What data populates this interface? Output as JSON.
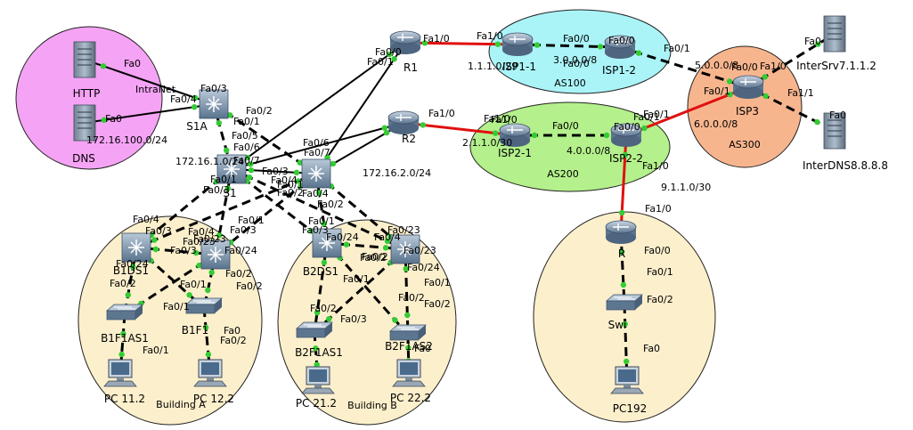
{
  "zones": [
    {
      "id": "intranet",
      "fill": "#f5a3f5",
      "label": ""
    },
    {
      "id": "as100",
      "fill": "#aaf4f8",
      "label": "AS100"
    },
    {
      "id": "as200",
      "fill": "#b4f08c",
      "label": "AS200"
    },
    {
      "id": "as300",
      "fill": "#f7b58e",
      "label": "AS300"
    },
    {
      "id": "bldA",
      "fill": "#fcefcc",
      "label": "Building A"
    },
    {
      "id": "bldB",
      "fill": "#fcefcc",
      "label": "Building B"
    },
    {
      "id": "r3zone",
      "fill": "#fcefcc",
      "label": ""
    }
  ],
  "devices": [
    {
      "id": "http",
      "type": "server",
      "label": "HTTP"
    },
    {
      "id": "dns",
      "type": "server",
      "label": "DNS"
    },
    {
      "id": "s1a",
      "type": "l3switch",
      "label": "S1A"
    },
    {
      "id": "s1",
      "type": "l3switch",
      "label": "S1"
    },
    {
      "id": "s2",
      "type": "l3switch",
      "label": ""
    },
    {
      "id": "r1",
      "type": "router",
      "label": "R1"
    },
    {
      "id": "r2",
      "type": "router",
      "label": "R2"
    },
    {
      "id": "isp11",
      "type": "router",
      "label": "ISP1-1"
    },
    {
      "id": "isp12",
      "type": "router",
      "label": "ISP1-2"
    },
    {
      "id": "isp21",
      "type": "router",
      "label": "ISP2-1"
    },
    {
      "id": "isp22",
      "type": "router",
      "label": "ISP2-2"
    },
    {
      "id": "isp3",
      "type": "router",
      "label": "ISP3"
    },
    {
      "id": "intersrv",
      "type": "server",
      "label": "InterSrv7.1.1.2"
    },
    {
      "id": "interdns",
      "type": "server",
      "label": "InterDNS8.8.8.8"
    },
    {
      "id": "b1ds1",
      "type": "l3switch",
      "label": "B1DS1"
    },
    {
      "id": "b1ds2",
      "type": "l3switch",
      "label": ""
    },
    {
      "id": "b1f1as1",
      "type": "switch",
      "label": "B1F1AS1"
    },
    {
      "id": "b1f1as2",
      "type": "switch",
      "label": "B1F1"
    },
    {
      "id": "pc112",
      "type": "pc",
      "label": "PC 11.2"
    },
    {
      "id": "pc122",
      "type": "pc",
      "label": "PC 12.2"
    },
    {
      "id": "b2ds1",
      "type": "l3switch",
      "label": "B2DS1"
    },
    {
      "id": "b2ds2",
      "type": "l3switch",
      "label": ""
    },
    {
      "id": "b2f1as1",
      "type": "switch",
      "label": "B2F1AS1"
    },
    {
      "id": "b2f1as2",
      "type": "switch",
      "label": "B2F1AS2"
    },
    {
      "id": "pc212",
      "type": "pc",
      "label": "PC 21.2"
    },
    {
      "id": "pc222",
      "type": "pc",
      "label": "PC 22.2"
    },
    {
      "id": "r3",
      "type": "router",
      "label": "R"
    },
    {
      "id": "sw",
      "type": "switch",
      "label": "Swi"
    },
    {
      "id": "pc192",
      "type": "pc",
      "label": "PC192"
    }
  ],
  "links": [
    {
      "a": "http",
      "b": "s1a",
      "style": "solid"
    },
    {
      "a": "dns",
      "b": "s1a",
      "style": "solid"
    },
    {
      "a": "s1a",
      "b": "s1",
      "style": "dashed"
    },
    {
      "a": "s1a",
      "b": "s2",
      "style": "dashed"
    },
    {
      "a": "r1",
      "b": "s1",
      "style": "solid"
    },
    {
      "a": "r1",
      "b": "s2",
      "style": "solid"
    },
    {
      "a": "r2",
      "b": "s1",
      "style": "solid"
    },
    {
      "a": "r2",
      "b": "s2",
      "style": "solid"
    },
    {
      "a": "s1",
      "b": "s2",
      "style": "solid"
    },
    {
      "a": "r1",
      "b": "isp11",
      "style": "red"
    },
    {
      "a": "isp11",
      "b": "isp12",
      "style": "dashed"
    },
    {
      "a": "isp12",
      "b": "isp3",
      "style": "dashed"
    },
    {
      "a": "r2",
      "b": "isp21",
      "style": "red"
    },
    {
      "a": "isp21",
      "b": "isp22",
      "style": "dashed"
    },
    {
      "a": "isp22",
      "b": "isp3",
      "style": "red"
    },
    {
      "a": "isp3",
      "b": "intersrv",
      "style": "dashed"
    },
    {
      "a": "isp3",
      "b": "interdns",
      "style": "dashed"
    },
    {
      "a": "isp22",
      "b": "r3",
      "style": "red"
    },
    {
      "a": "r3",
      "b": "sw",
      "style": "dashed"
    },
    {
      "a": "sw",
      "b": "pc192",
      "style": "dashed"
    },
    {
      "a": "s1",
      "b": "b1ds1",
      "style": "dashed"
    },
    {
      "a": "s1",
      "b": "b1ds2",
      "style": "dashed"
    },
    {
      "a": "s2",
      "b": "b1ds1",
      "style": "dashed"
    },
    {
      "a": "s2",
      "b": "b1ds2",
      "style": "dashed"
    },
    {
      "a": "s1",
      "b": "b2ds1",
      "style": "dashed"
    },
    {
      "a": "s1",
      "b": "b2ds2",
      "style": "dashed"
    },
    {
      "a": "s2",
      "b": "b2ds1",
      "style": "dashed"
    },
    {
      "a": "s2",
      "b": "b2ds2",
      "style": "dashed"
    },
    {
      "a": "b1ds1",
      "b": "b1ds2",
      "style": "dashed"
    },
    {
      "a": "b1ds1",
      "b": "b1f1as1",
      "style": "dashed"
    },
    {
      "a": "b1ds1",
      "b": "b1f1as2",
      "style": "dashed"
    },
    {
      "a": "b1ds2",
      "b": "b1f1as1",
      "style": "dashed"
    },
    {
      "a": "b1ds2",
      "b": "b1f1as2",
      "style": "dashed"
    },
    {
      "a": "b1f1as1",
      "b": "pc112",
      "style": "dashed"
    },
    {
      "a": "b1f1as2",
      "b": "pc122",
      "style": "dashed"
    },
    {
      "a": "b2ds1",
      "b": "b2ds2",
      "style": "dashed"
    },
    {
      "a": "b2ds1",
      "b": "b2f1as1",
      "style": "dashed"
    },
    {
      "a": "b2ds1",
      "b": "b2f1as2",
      "style": "dashed"
    },
    {
      "a": "b2ds2",
      "b": "b2f1as1",
      "style": "dashed"
    },
    {
      "a": "b2ds2",
      "b": "b2f1as2",
      "style": "dashed"
    },
    {
      "a": "b2f1as1",
      "b": "pc212",
      "style": "dashed"
    },
    {
      "a": "b2f1as2",
      "b": "pc222",
      "style": "dashed"
    }
  ],
  "labels": [
    "Fa0",
    "Fa0",
    "Fa0/3",
    "Fa0/4",
    "IntraNet",
    "172.16.100.0/24",
    "Fa0/2",
    "Fa0/1",
    "Fa0/5",
    "Fa0/6",
    "Fa0/7",
    "Fa0/7",
    "Fa0/6",
    "172.16.1.0/24",
    "172.16.2.0/24",
    "Fa0/0",
    "Fa0/1",
    "Fa1/0",
    "Fa1/0",
    "Fa0/0",
    "Fa0/1",
    "Fa1/0",
    "Fa1/0",
    "1.1.1.0/29",
    "Fa0/0",
    "Fa0/0",
    "3.0.0.0/8",
    "Fa0/1",
    "5.0.0.0/8",
    "2.1.1.0/30",
    "Fa1/0",
    "Fa0/0",
    "Fa0/0",
    "4.0.0.0/8",
    "Fa0/1",
    "6.0.0.0/8",
    "Fa0/0",
    "Fa1/0",
    "Fa0/1",
    "Fa1/1",
    "Fa0",
    "Fa0",
    "Fa1/0",
    "9.1.1.0/30",
    "Fa1/0",
    "Fa0/0",
    "Fa0/1",
    "Fa0/2",
    "Fa0",
    "Fa0/1",
    "Fa0/3",
    "Fa0/4",
    "Fa0/3",
    "Fa0/4",
    "Fa0/2",
    "Fa0/1",
    "Fa0/2",
    "Fa0/1",
    "Fa0/3",
    "Fa0/4",
    "Fa0/3",
    "Fa0/4",
    "Fa0/23",
    "Fa0/23",
    "Fa0/24",
    "Fa0/24",
    "Fa0/2",
    "Fa0/3",
    "Fa0/1",
    "Fa0/2",
    "Fa0/2",
    "Fa0/1",
    "Fa0/2",
    "Fa0",
    "Fa0/1",
    "Fa0/1",
    "Fa0/3",
    "Fa0/4",
    "Fa0/23",
    "Fa0/23",
    "Fa0/24",
    "Fa0/24",
    "Fa0/2",
    "Fa0/1",
    "Fa0/2",
    "Fa0/3",
    "Fa0/2",
    "Fa0/1",
    "Fa0/2",
    "Fa0/2",
    "Fa0",
    "Fa0"
  ],
  "colors": {
    "red_link": "#e01010",
    "port_dot": "#33cc33",
    "link": "#000000"
  }
}
